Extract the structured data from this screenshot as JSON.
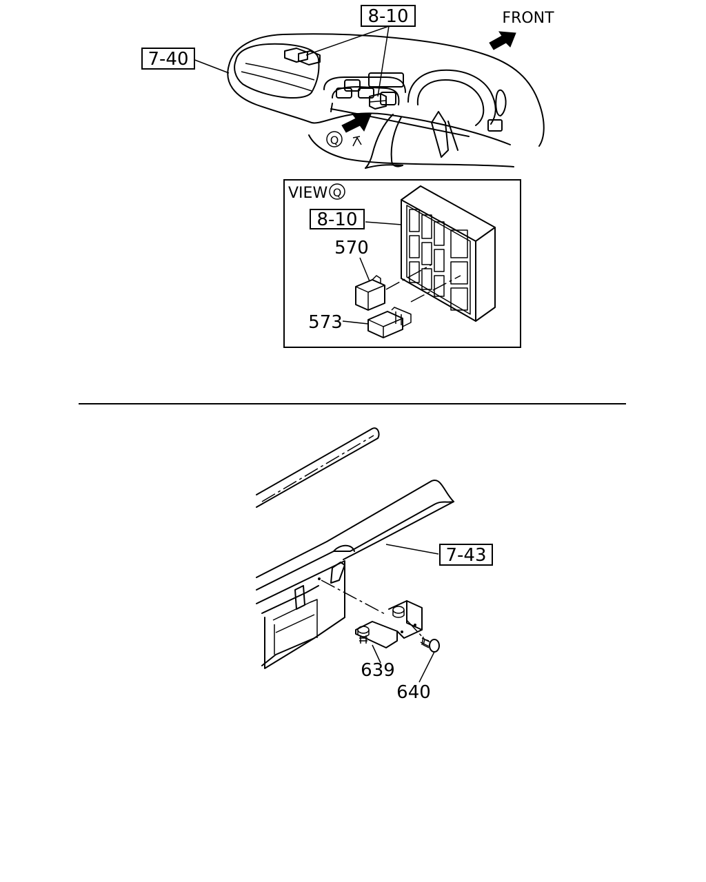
{
  "labels": {
    "front": "FRONT",
    "ref_8_10_top": "8-10",
    "ref_7_40": "7-40",
    "view_marker": "Q",
    "view_title": "VIEW",
    "view_marker_inset": "Q",
    "ref_8_10_inset": "8-10",
    "part_570": "570",
    "part_573": "573",
    "ref_7_43": "7-43",
    "part_639": "639",
    "part_640": "640"
  }
}
